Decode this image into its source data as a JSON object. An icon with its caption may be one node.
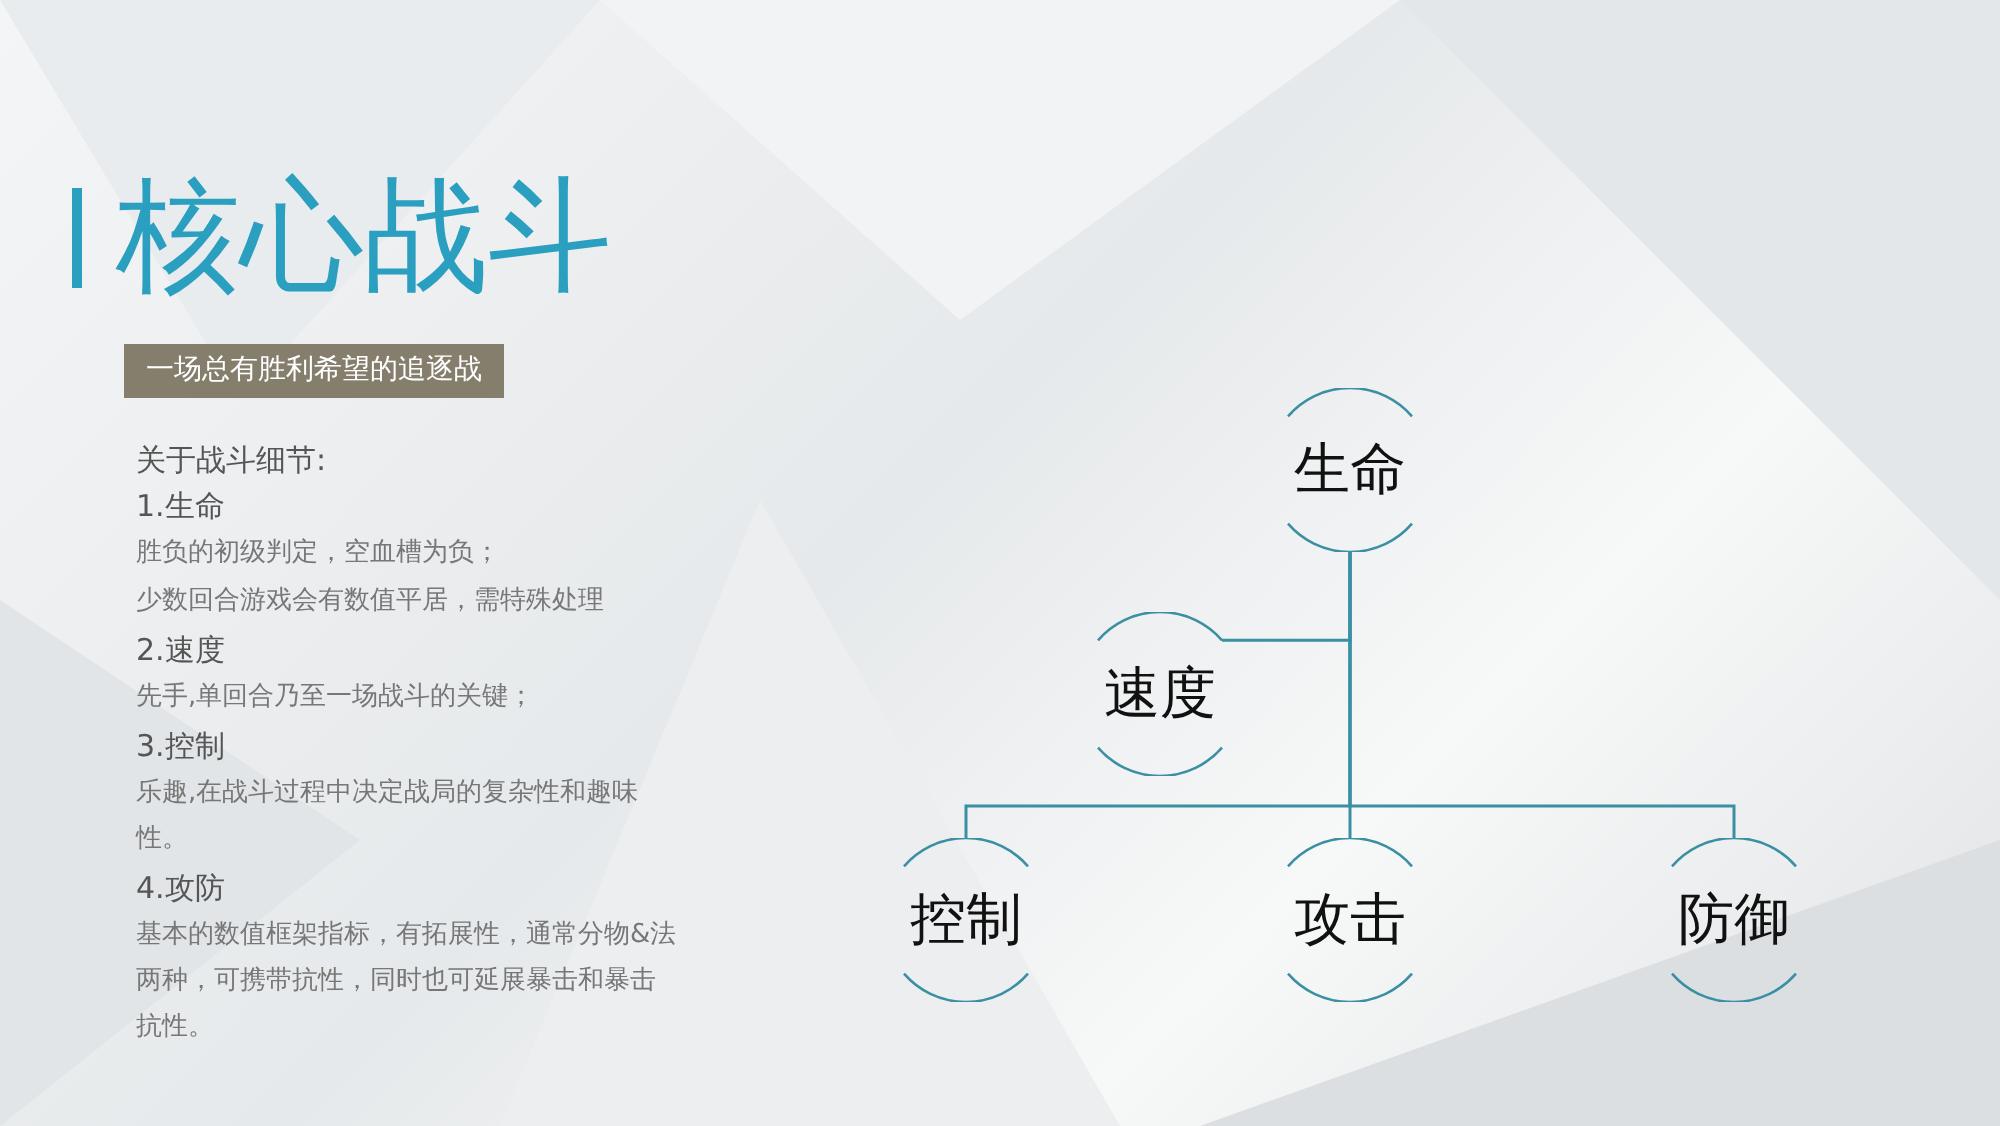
{
  "diagram": {
    "title": "核心战斗",
    "nodes": [
      {
        "text": [
          "生命"
        ]
      },
      {
        "text": [
          "速度"
        ]
      },
      {
        "text": [
          "控制"
        ]
      },
      {
        "text": [
          "攻击"
        ]
      },
      {
        "text": [
          "防御"
        ]
      }
    ],
    "edges": [
      {
        "from": 0,
        "to": 1,
        "arrow": "none"
      },
      {
        "from": 0,
        "to": 2,
        "arrow": "none"
      },
      {
        "from": 0,
        "to": 3,
        "arrow": "none"
      },
      {
        "from": 0,
        "to": 4,
        "arrow": "none"
      }
    ],
    "labels": [
      "一场总有胜利希望的追逐战",
      "关于战斗细节:",
      "1.生命",
      "胜负的初级判定，空血槽为负；",
      "少数回合游戏会有数值平居，需特殊处理",
      "2.速度",
      "先手,单回合乃至一场战斗的关键；",
      "3.控制",
      "乐趣,在战斗过程中决定战局的复杂性和趣味性。",
      "4.攻防",
      "基本的数值框架指标，有拓展性，通常分物&法两种，可携带抗性，同时也可延展暴击和暴击抗性。"
    ]
  }
}
